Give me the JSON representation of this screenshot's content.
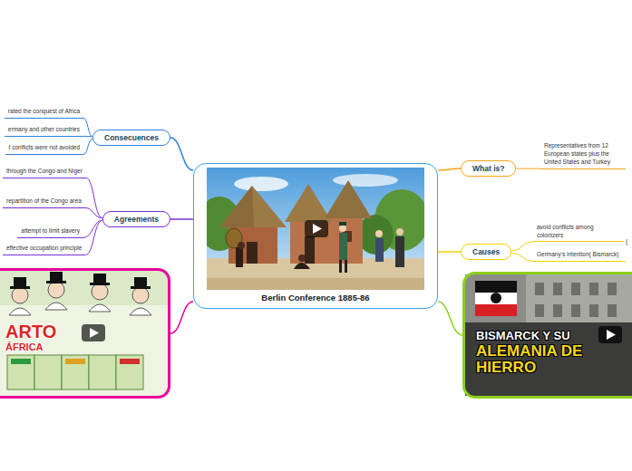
{
  "diagram": {
    "nodes": [
      {
        "text": [
          "Consecuences"
        ]
      },
      {
        "text": [
          "rated the conquest of Africa"
        ]
      },
      {
        "text": [
          "ermany and other countries"
        ]
      },
      {
        "text": [
          "t conflicts were not avoided"
        ]
      },
      {
        "text": [
          "Agreements"
        ]
      },
      {
        "text": [
          "through the Congo and Niger"
        ]
      },
      {
        "text": [
          "repartition of the Congo area"
        ]
      },
      {
        "text": [
          "attempt to limit slavery"
        ]
      },
      {
        "text": [
          "effective occupation principle"
        ]
      },
      {
        "text": [
          "ARTO",
          "ÁFRICA"
        ]
      },
      {
        "text": [
          "Berlin Conference 1885-86"
        ]
      },
      {
        "text": [
          "What is?"
        ]
      },
      {
        "text": [
          "Representatives from 12 European states plus the United States and Turkey"
        ]
      },
      {
        "text": [
          "Causes"
        ]
      },
      {
        "text": [
          "avoid conflicts among colonizers"
        ]
      },
      {
        "text": [
          "Germany's intention( Bismarck)"
        ]
      },
      {
        "text": [
          "BISMARCK Y SU",
          "ALEMANIA DE HIERRO"
        ]
      }
    ],
    "edges": [
      {
        "from": 10,
        "to": 0,
        "arrow": "none"
      },
      {
        "from": 0,
        "to": 1,
        "arrow": "none"
      },
      {
        "from": 0,
        "to": 2,
        "arrow": "none"
      },
      {
        "from": 0,
        "to": 3,
        "arrow": "none"
      },
      {
        "from": 10,
        "to": 4,
        "arrow": "none"
      },
      {
        "from": 4,
        "to": 5,
        "arrow": "none"
      },
      {
        "from": 4,
        "to": 6,
        "arrow": "none"
      },
      {
        "from": 4,
        "to": 7,
        "arrow": "none"
      },
      {
        "from": 4,
        "to": 8,
        "arrow": "none"
      },
      {
        "from": 10,
        "to": 9,
        "arrow": "none"
      },
      {
        "from": 10,
        "to": 11,
        "arrow": "none"
      },
      {
        "from": 11,
        "to": 12,
        "arrow": "none"
      },
      {
        "from": 10,
        "to": 13,
        "arrow": "none"
      },
      {
        "from": 13,
        "to": 14,
        "arrow": "none"
      },
      {
        "from": 13,
        "to": 15,
        "arrow": "none"
      },
      {
        "from": 10,
        "to": 16,
        "arrow": "none"
      }
    ],
    "labels": [
      "("
    ]
  }
}
